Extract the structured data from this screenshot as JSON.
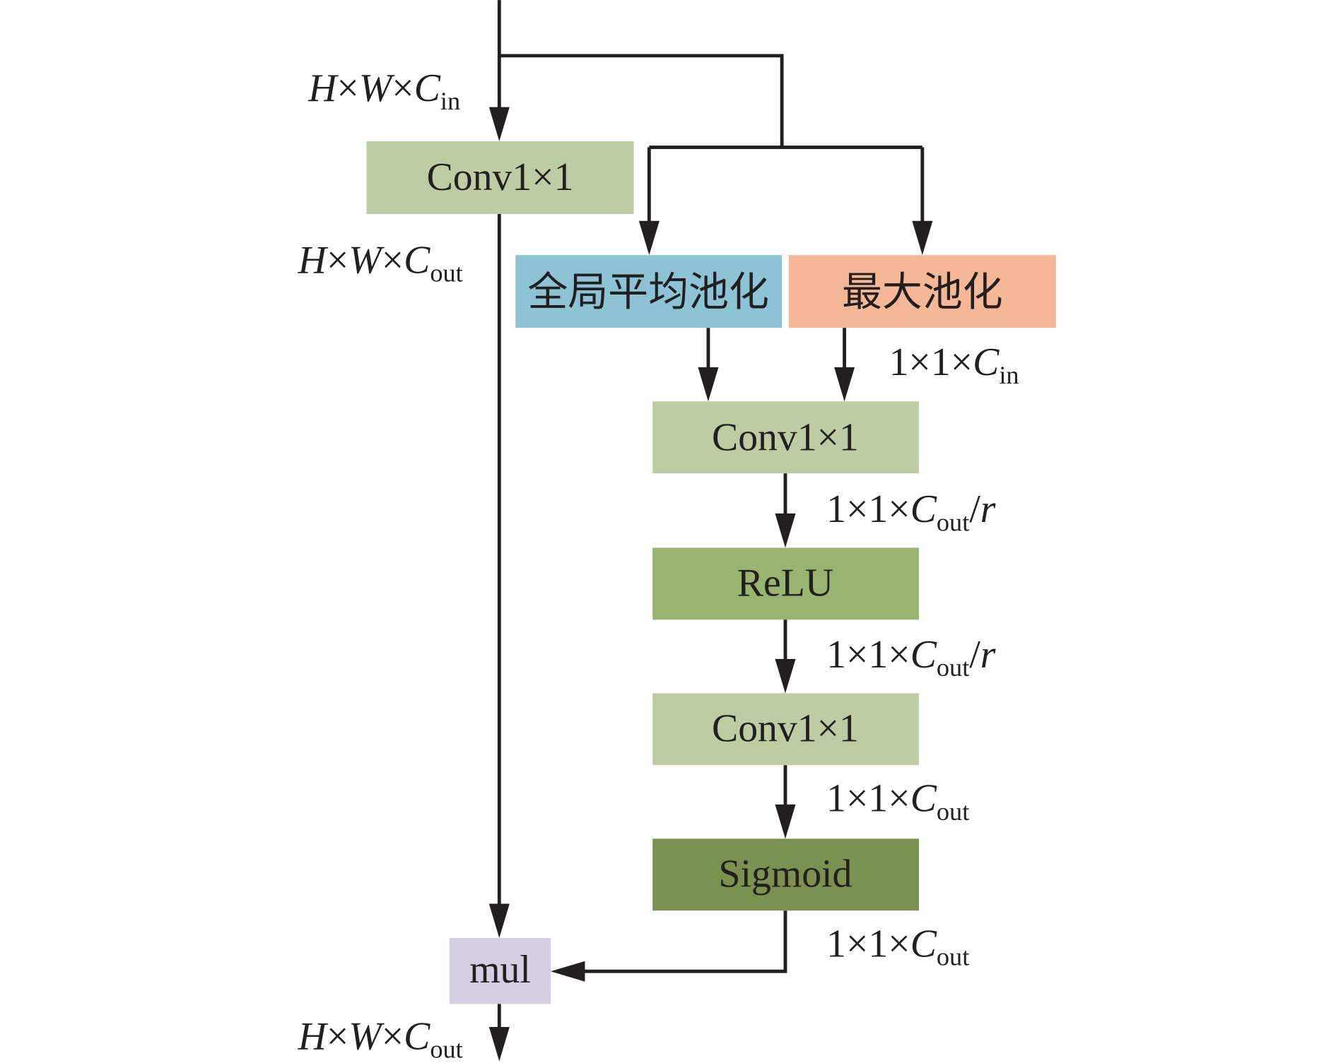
{
  "nodes": {
    "conv_top": "Conv1×1",
    "global_avg_pool": "全局平均池化",
    "max_pool": "最大池化",
    "conv_mid": "Conv1×1",
    "relu": "ReLU",
    "conv_bottom": "Conv1×1",
    "sigmoid": "Sigmoid",
    "mul": "mul"
  },
  "dimension_labels": {
    "input": {
      "main": "H×W×C",
      "sub": "in"
    },
    "after_conv": {
      "main": "H×W×C",
      "sub": "out"
    },
    "pooled": {
      "main": "1×1×C",
      "sub": "in"
    },
    "reduced_1": {
      "main": "1×1×C",
      "sub": "out",
      "suffix": "/r"
    },
    "reduced_2": {
      "main": "1×1×C",
      "sub": "out",
      "suffix": "/r"
    },
    "expanded": {
      "main": "1×1×C",
      "sub": "out"
    },
    "attention": {
      "main": "1×1×C",
      "sub": "out"
    },
    "output": {
      "main": "H×W×C",
      "sub": "out"
    }
  },
  "colors": {
    "line": "#231f20",
    "conv": "#bdcca3",
    "global_avg_pool": "#8cc4d6",
    "max_pool": "#f4b896",
    "relu": "#98b46e",
    "sigmoid": "#7b9150",
    "mul": "#d5cde1"
  }
}
